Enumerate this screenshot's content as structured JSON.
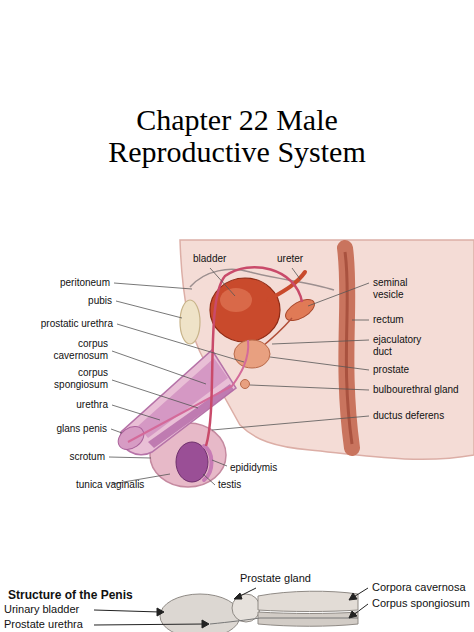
{
  "diagram": {
    "title": "Chapter 22 Male Reproductive System",
    "labels": [
      "bladder",
      "ureter",
      "peritoneum",
      "seminal vesicle",
      "pubis",
      "prostatic urethra",
      "rectum",
      "corpus cavernosum",
      "ejaculatory duct",
      "corpus spongiosum",
      "prostate",
      "bulbourethral gland",
      "urethra",
      "ductus deferens",
      "glans penis",
      "epididymis",
      "scrotum",
      "tunica vaginalis",
      "testis",
      "Structure of the Penis",
      "Prostate gland",
      "Corpora cavernosa",
      "Urinary bladder",
      "Corpus spongiosum",
      "Prostate urethra"
    ]
  }
}
